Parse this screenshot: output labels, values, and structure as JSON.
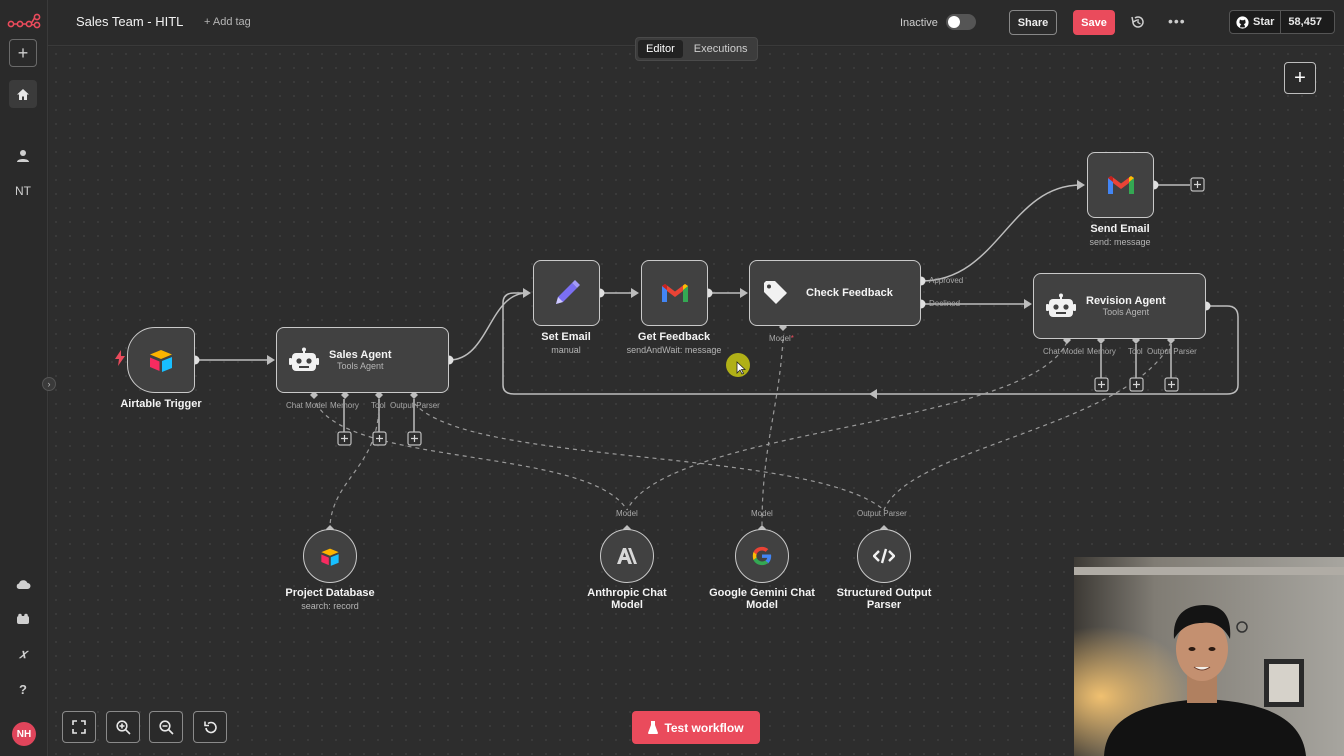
{
  "header": {
    "title": "Sales Team - HITL",
    "add_tag": "+ Add tag",
    "status_label": "Inactive",
    "share_label": "Share",
    "save_label": "Save",
    "github_star_label": "Star",
    "github_star_count": "58,457"
  },
  "tabs": [
    {
      "label": "Editor",
      "active": true
    },
    {
      "label": "Executions",
      "active": false
    }
  ],
  "sidebar": {
    "items": [
      {
        "name": "add",
        "icon": "plus-icon"
      },
      {
        "name": "home",
        "icon": "home-icon"
      },
      {
        "name": "user",
        "icon": "user-icon"
      },
      {
        "name": "NT",
        "label": "NT"
      },
      {
        "name": "cloud",
        "icon": "cloud-icon"
      },
      {
        "name": "templates",
        "icon": "box-icon"
      },
      {
        "name": "variables",
        "icon": "variable-icon"
      },
      {
        "name": "help",
        "icon": "help-icon"
      }
    ],
    "avatar_initials": "NH"
  },
  "nodes": {
    "airtable_trigger": {
      "title": "Airtable Trigger"
    },
    "sales_agent": {
      "title": "Sales Agent",
      "subtitle": "Tools Agent",
      "ports": [
        "Chat Model",
        "Memory",
        "Tool",
        "Output Parser"
      ]
    },
    "set_email": {
      "title": "Set Email",
      "subtitle": "manual"
    },
    "get_feedback": {
      "title": "Get Feedback",
      "subtitle": "sendAndWait: message"
    },
    "check_feedback": {
      "title": "Check Feedback",
      "outputs": [
        "Approved",
        "Declined"
      ],
      "port": "Model"
    },
    "send_email": {
      "title": "Send Email",
      "subtitle": "send: message"
    },
    "revision_agent": {
      "title": "Revision Agent",
      "subtitle": "Tools Agent",
      "ports": [
        "Chat Model",
        "Memory",
        "Tool",
        "Output Parser"
      ]
    },
    "project_database": {
      "title": "Project Database",
      "subtitle": "search: record"
    },
    "anthropic_chat_model": {
      "title": "Anthropic Chat Model",
      "port": "Model"
    },
    "google_gemini_chat_model": {
      "title": "Google Gemini Chat Model",
      "port": "Model"
    },
    "structured_output_parser": {
      "title": "Structured Output Parser",
      "port": "Output Parser"
    }
  },
  "footer": {
    "test_workflow_label": "Test workflow"
  },
  "colors": {
    "accent": "#ea4b5c",
    "canvas": "#2d2d2d",
    "node_fill": "#414141",
    "node_border": "#c9c9c9"
  }
}
